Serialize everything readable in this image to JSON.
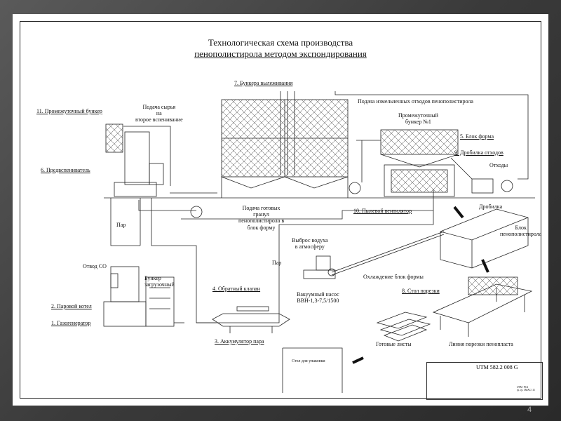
{
  "title": {
    "line1": "Технологическая схема производства",
    "line2": "пенополистирола методом экспондирования"
  },
  "labels": {
    "bunker11": "11. Промежуточный бункер",
    "preexpander6": "6. Предвспениватель",
    "feed_second": "Подача сырья\nна\nвторое вспенивание",
    "bunkers7": "7. Бункера вылеживания",
    "feed_waste": "Подача измельченных отходов пенополистирола",
    "bunker1": "Промежуточный\nбункер №1",
    "block_form5": "5. Блок форма",
    "crusher9": "9. Дробилка отходов",
    "waste": "Отходы",
    "crusher": "Дробилка",
    "fan10": "10. Пылевой вентилятор",
    "feed_granules": "Подача готовых\nгранул\nпенополистирола в\nблок форму",
    "steam_a": "Пар",
    "steam_b": "Пар",
    "air_out": "Выброс водуха\nв атмосферу",
    "block_eps": "Блок\nпенополистирола",
    "co_outlet": "Отвод СО",
    "load_bunker": "Бункер\nзагрузочный",
    "check_valve4": "4. Обратный клапан",
    "steam_boiler2": "2. Паровой котел",
    "gas_generator1": "1. Газогенератор",
    "vacuum_pump": "Вакуумный насос\nВВН-1,3-7,5/1500",
    "cooling": "Охлаждение блок формы",
    "cutting_table8": "8. Стол порезки",
    "accumulator3": "3. Аккумулятор пара",
    "sheets": "Готовые листы",
    "cutting_line": "Линия порезки пенопласта",
    "packing_table": "Стол для упаковки"
  },
  "stamp": {
    "code": "UTM  582.2 008 G",
    "org": "UTM  PC4\nгр. гр. ЗМАС 111"
  },
  "page_number": "4"
}
